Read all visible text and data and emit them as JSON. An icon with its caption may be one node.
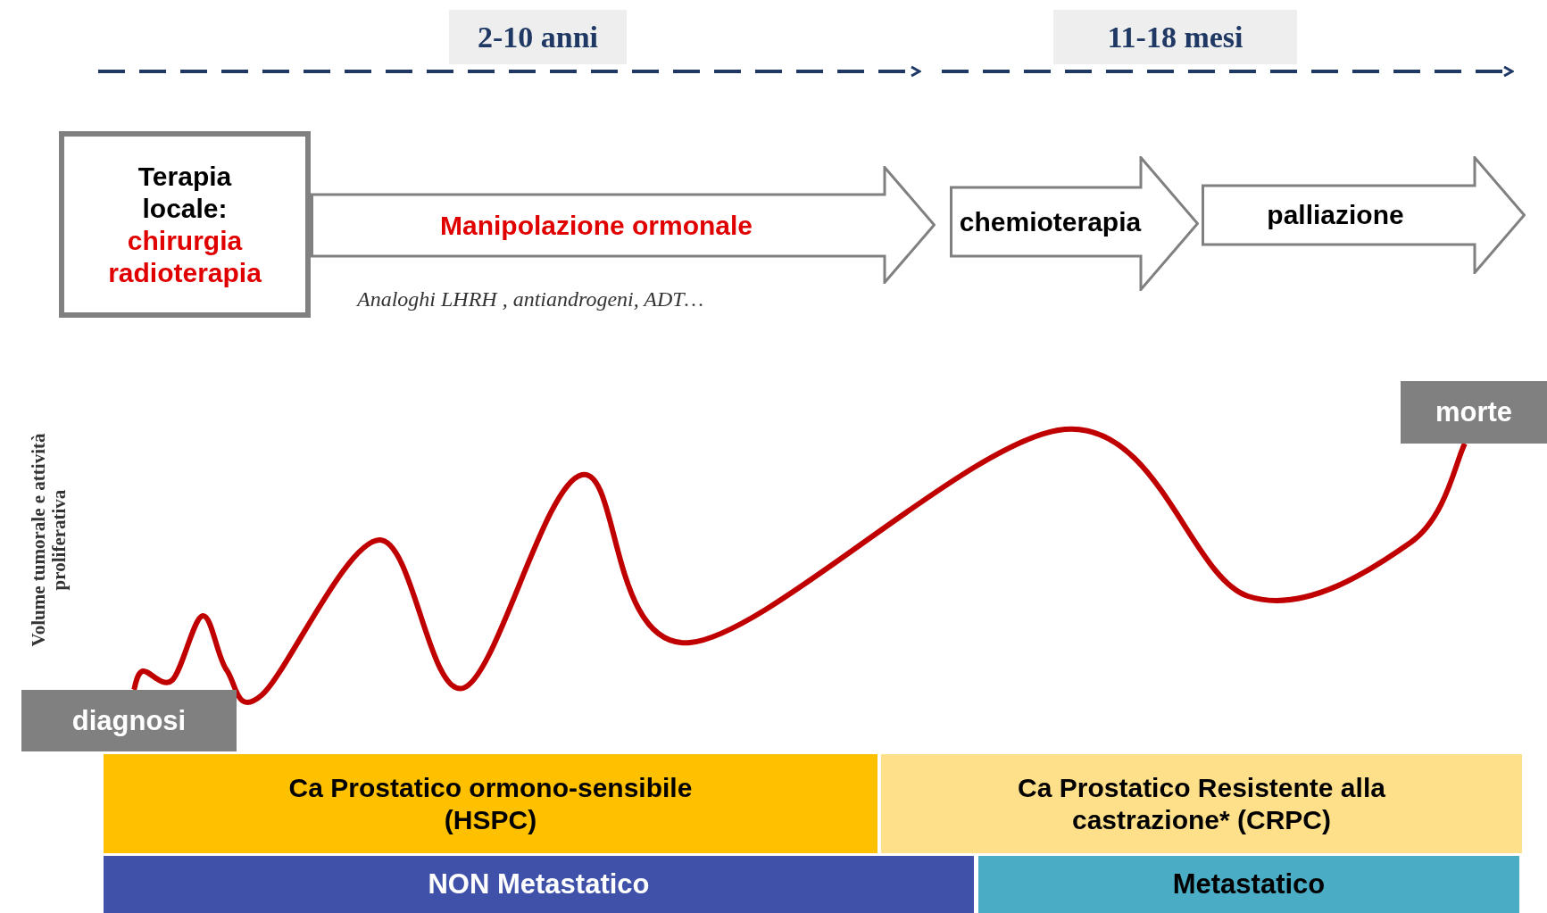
{
  "diagram": {
    "nodes": [
      {
        "text": [
          "Terapia locale:",
          "chirurgia radioterapia"
        ]
      },
      {
        "text": [
          "Manipolazione ormonale"
        ],
        "beside": [
          "Analoghi LHRH , antiandrogeni, ADT…"
        ]
      },
      {
        "text": [
          "chemioterapia"
        ]
      },
      {
        "text": [
          "palliazione"
        ]
      },
      {
        "text": [
          "diagnosi"
        ]
      },
      {
        "text": [
          "morte"
        ]
      },
      {
        "text": [
          "Ca Prostatico ormono-sensibile (HSPC)"
        ]
      },
      {
        "text": [
          "Ca Prostatico Resistente alla castrazione* (CRPC)"
        ]
      },
      {
        "text": [
          "NON Metastatico"
        ]
      },
      {
        "text": [
          "Metastatico"
        ]
      }
    ],
    "edges": [
      {
        "from": 4,
        "to": 5,
        "arrow": "none",
        "color": "#c00000"
      }
    ],
    "labels": [
      "2-10 anni",
      "11-18 mesi",
      "Volume tumorale e attività proliferativa"
    ]
  }
}
